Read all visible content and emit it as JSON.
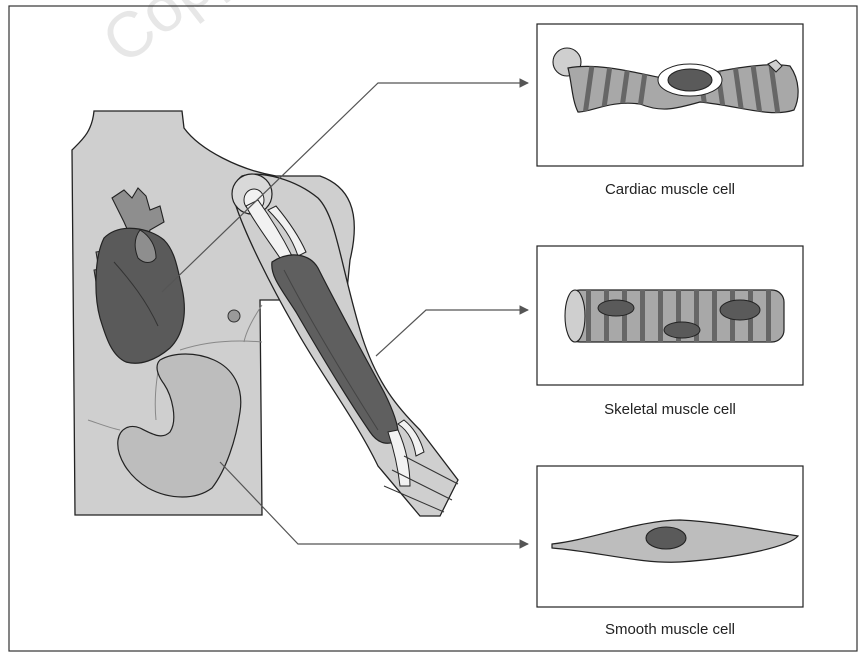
{
  "diagram": {
    "watermark_text": "Copyr",
    "labels": {
      "cardiac": "Cardiac muscle cell",
      "skeletal": "Skeletal muscle cell",
      "smooth": "Smooth muscle cell"
    },
    "colors": {
      "skin": "#cfcfcf",
      "muscle": "#5f5f5f",
      "heart_dark": "#5a5a5a",
      "heart_light": "#8e8e8e",
      "stomach": "#bdbdbd",
      "line": "#555555",
      "outline": "#222222",
      "bone": "#f2f2f2"
    }
  }
}
